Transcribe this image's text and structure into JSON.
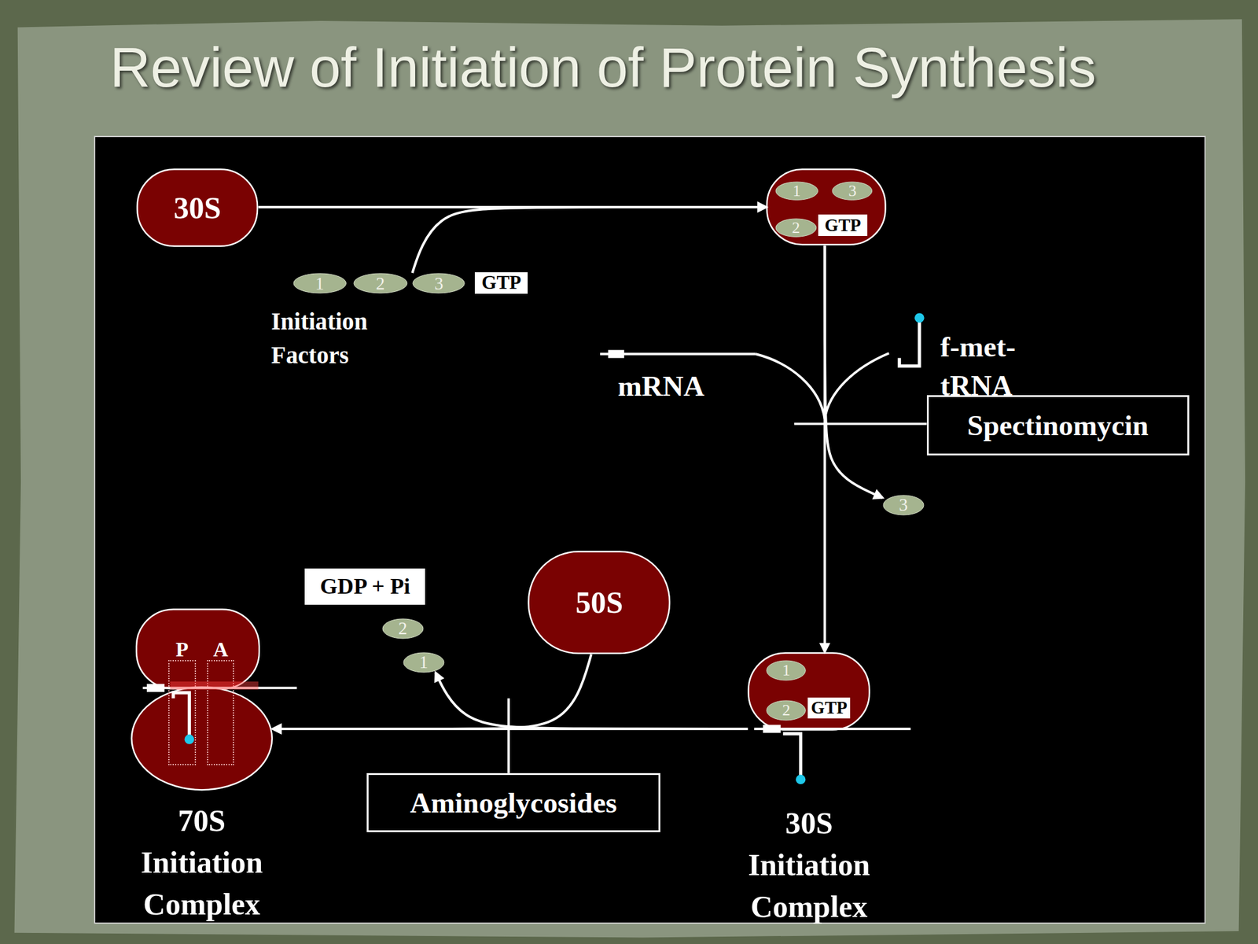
{
  "diagram": {
    "title": "Review of Initiation of Protein Synthesis",
    "nodes": [
      {
        "text": [
          "30S"
        ]
      },
      {
        "text": [
          "1"
        ]
      },
      {
        "text": [
          "2"
        ]
      },
      {
        "text": [
          "3"
        ]
      },
      {
        "text": [
          "GTP"
        ]
      },
      {
        "text": []
      },
      {
        "text": [
          "1"
        ],
        "in": 5
      },
      {
        "text": [
          "3"
        ],
        "in": 5
      },
      {
        "text": [
          "2"
        ],
        "in": 5
      },
      {
        "text": [
          "GTP"
        ],
        "in": 5
      },
      {
        "text": [
          "Spectinomycin"
        ]
      },
      {
        "text": [
          "3"
        ]
      },
      {
        "text": [
          "50S"
        ]
      },
      {
        "text": [
          "GDP + Pi"
        ]
      },
      {
        "text": [
          "2"
        ]
      },
      {
        "text": [
          "1"
        ]
      },
      {
        "text": [
          "70S Initiation Complex"
        ]
      },
      {
        "text": [
          "P"
        ],
        "in": 16
      },
      {
        "text": [
          "A"
        ],
        "in": 16
      },
      {
        "text": [
          "30S Initiation Complex"
        ]
      },
      {
        "text": [
          "1"
        ],
        "in": 19
      },
      {
        "text": [
          "2"
        ],
        "in": 19
      },
      {
        "text": [
          "GTP"
        ],
        "in": 19
      },
      {
        "text": [
          "Aminoglycosides"
        ]
      }
    ],
    "edges": [
      {
        "from": 0,
        "to": 5,
        "arrow": "to"
      },
      {
        "from": 3,
        "to": 5,
        "arrow": "to"
      },
      {
        "from": 5,
        "to": 19,
        "arrow": "to"
      },
      {
        "from": 5,
        "to": 11,
        "arrow": "to"
      },
      {
        "from": 19,
        "to": 16,
        "arrow": "to"
      },
      {
        "from": 12,
        "to": 16,
        "arrow": "to"
      },
      {
        "from": 19,
        "to": 15,
        "arrow": "to"
      }
    ],
    "labels": [
      "Initiation Factors",
      "mRNA",
      "f-met-tRNA"
    ]
  }
}
